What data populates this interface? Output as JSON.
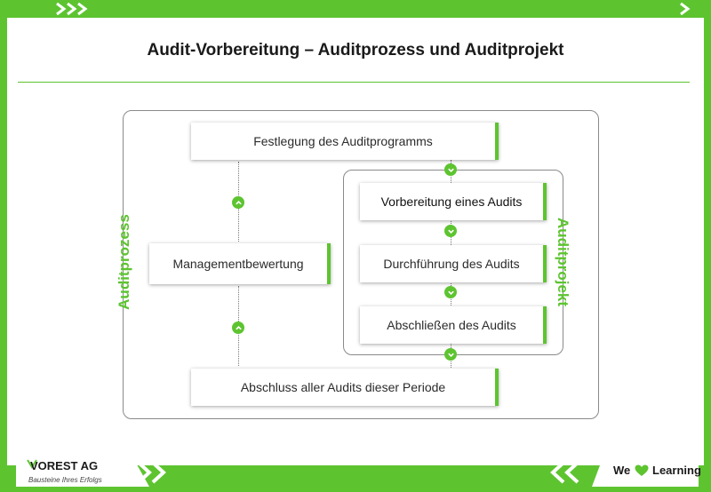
{
  "title": "Audit-Vorbereitung – Auditprozess und Auditprojekt",
  "side_labels": {
    "left": "Auditprozess",
    "right": "Auditprojekt"
  },
  "nodes": {
    "festlegung": "Festlegung des Auditprogramms",
    "management": "Managementbewertung",
    "vorbereitung": "Vorbereitung eines Audits",
    "durchfuehrung": "Durchführung des Audits",
    "abschliessen": "Abschließen des Audits",
    "abschluss": "Abschluss aller Audits dieser Periode"
  },
  "footer": {
    "company": "VOREST AG",
    "tagline": "Bausteine Ihres Erfolgs",
    "we": "We",
    "learning": "Learning"
  },
  "colors": {
    "accent": "#5dc430",
    "text": "#2b2b2b",
    "border": "#8a8a8a"
  },
  "icons": [
    "chevron-down-icon",
    "chevron-up-icon",
    "heart-icon",
    "double-chevron-icon"
  ]
}
